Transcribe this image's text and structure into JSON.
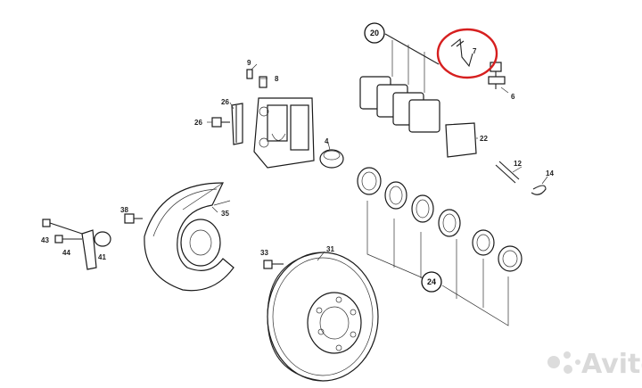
{
  "labels": {
    "p20": "20",
    "p7": "7",
    "p9": "9",
    "p8": "8",
    "p6": "6",
    "p26a": "26",
    "p26b": "26",
    "p4": "4",
    "p22": "22",
    "p12": "12",
    "p14": "14",
    "p38": "38",
    "p35": "35",
    "p43": "43",
    "p44": "44",
    "p41": "41",
    "p33": "33",
    "p31": "31",
    "p24": "24"
  },
  "watermark": "Avito",
  "colors": {
    "highlight": "#d61f1f",
    "line": "#222222",
    "watermark": "#d9d9d9"
  }
}
